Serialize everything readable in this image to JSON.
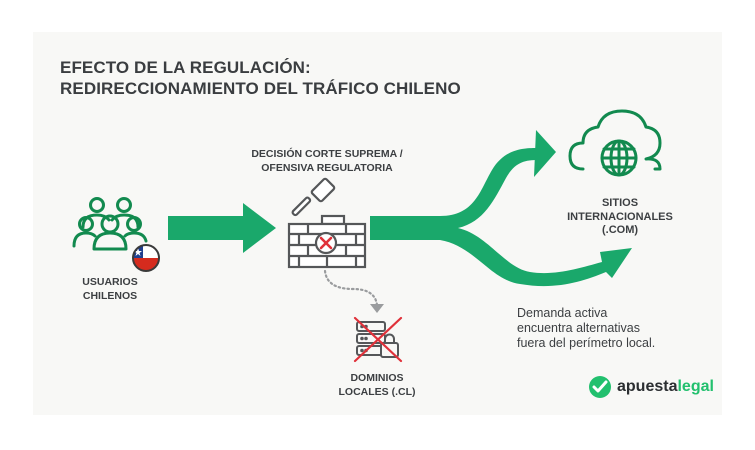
{
  "title": {
    "line1": "EFECTO DE LA REGULACIÓN:",
    "line2": "REDIRECCIONAMIENTO DEL TRÁFICO CHILENO"
  },
  "nodes": {
    "users": {
      "line1": "USUARIOS",
      "line2": "CHILENOS",
      "icon": "users-group-icon",
      "badge": "chile-flag-icon"
    },
    "court": {
      "line1": "DECISIÓN CORTE SUPREMA /",
      "line2": "OFENSIVA REGULATORIA",
      "icon": "gavel-wall-icon"
    },
    "local": {
      "line1": "DOMINIOS",
      "line2": "LOCALES (.CL)",
      "icon": "blocked-server-icon"
    },
    "international": {
      "line1": "SITIOS",
      "line2": "INTERNACIONALES",
      "line3": "(.COM)",
      "icon": "cloud-globe-icon"
    }
  },
  "note": {
    "line1": "Demanda activa",
    "line2": "encuentra alternativas",
    "line3": "fuera del perímetro local."
  },
  "logo": {
    "part1": "apuesta",
    "part2": "legal",
    "icon": "check-badge-icon"
  },
  "colors": {
    "green": "#1aa86b",
    "icon_green": "#128a4f",
    "red": "#e0313a",
    "text": "#3a3d40",
    "gray": "#555759"
  }
}
